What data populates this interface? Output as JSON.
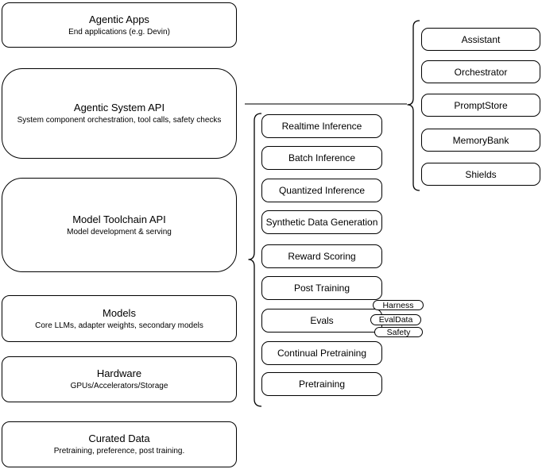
{
  "diagram": {
    "left_stack": [
      {
        "title": "Agentic Apps",
        "subtitle": "End applications (e.g. Devin)"
      },
      {
        "title": "Agentic System API",
        "subtitle": "System component orchestration, tool calls, safety checks"
      },
      {
        "title": "Model Toolchain API",
        "subtitle": "Model development & serving"
      },
      {
        "title": "Models",
        "subtitle": "Core LLMs, adapter weights, secondary models"
      },
      {
        "title": "Hardware",
        "subtitle": "GPUs/Accelerators/Storage"
      },
      {
        "title": "Curated Data",
        "subtitle": "Pretraining, preference, post training."
      }
    ],
    "toolchain_components": [
      "Realtime Inference",
      "Batch Inference",
      "Quantized Inference",
      "Synthetic Data Generation",
      "Reward Scoring",
      "Post Training",
      "Evals",
      "Continual Pretraining",
      "Pretraining"
    ],
    "evals_badges": [
      "Harness",
      "EvalData",
      "Safety"
    ],
    "system_components": [
      "Assistant",
      "Orchestrator",
      "PromptStore",
      "MemoryBank",
      "Shields"
    ],
    "colors": {
      "stroke": "#000000",
      "background": "#ffffff",
      "connector_line": "#7b7b7b"
    }
  }
}
